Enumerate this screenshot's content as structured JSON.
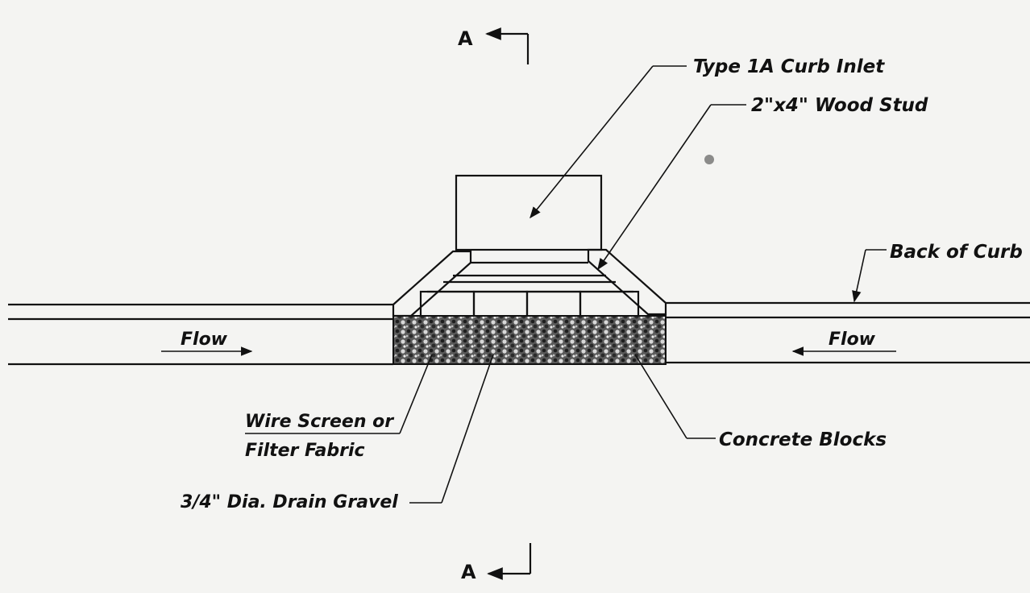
{
  "section_marks": {
    "top": "A",
    "bottom": "A"
  },
  "labels": {
    "inlet": "Type 1A Curb Inlet",
    "stud": "2\"x4\" Wood Stud",
    "back_of_curb": "Back of Curb",
    "flow_left": "Flow",
    "flow_right": "Flow",
    "wire_screen_line1": "Wire Screen or",
    "wire_screen_line2": "Filter Fabric",
    "gravel": "3/4\" Dia. Drain Gravel",
    "blocks": "Concrete Blocks"
  },
  "colors": {
    "ink": "#111111",
    "paper": "#f4f4f2",
    "gravel": "#3a3a3a"
  }
}
